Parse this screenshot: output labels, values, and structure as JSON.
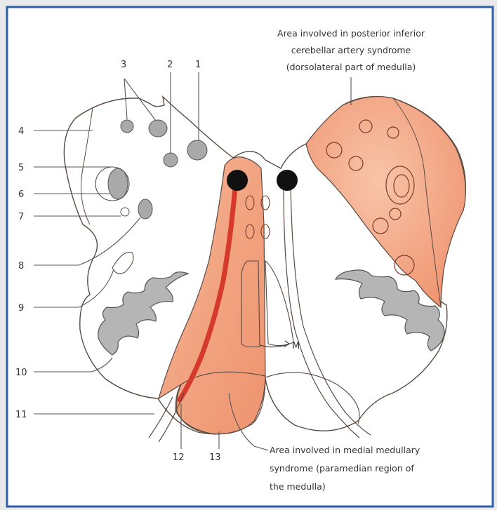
{
  "annotations": {
    "pica_line1": "Area involved in posterior inferior",
    "pica_line2": "cerebellar artery syndrome",
    "pica_line3": "(dorsolateral part of medulla)",
    "medial_line1": "Area involved in medial medullary",
    "medial_line2": "syndrome (paramedian region of",
    "medial_line3": "the medulla)",
    "marker_m": "M"
  },
  "labels": [
    "1",
    "2",
    "3",
    "4",
    "5",
    "6",
    "7",
    "8",
    "9",
    "10",
    "11",
    "12",
    "13"
  ],
  "colors": {
    "background": "#e9e9e9",
    "panel": "#ffffff",
    "frame_border": "#2f5da8",
    "outline": "#5a4a42",
    "salmon": "#f2a583",
    "salmon_light": "#f8c7ae",
    "red_tract": "#d63a2b",
    "nucleus_gray": "#a9a9a9",
    "black": "#111111"
  }
}
